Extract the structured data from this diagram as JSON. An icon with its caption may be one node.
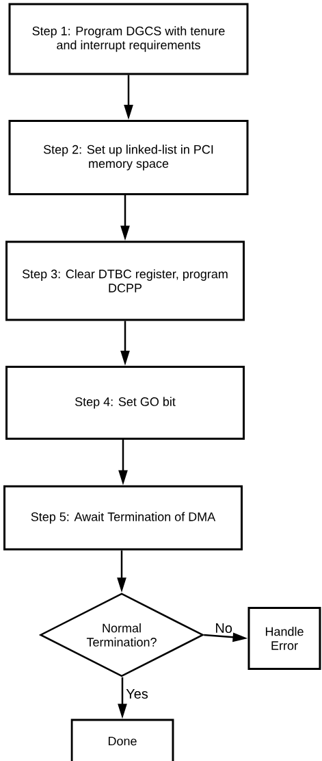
{
  "diagram": {
    "nodes": [
      {
        "text": [
          "Step 1: Program DGCS with tenure and interrupt requirements"
        ]
      },
      {
        "text": [
          "Step 2: Set up linked-list in PCI memory space"
        ]
      },
      {
        "text": [
          "Step 3: Clear DTBC register, program DCPP"
        ]
      },
      {
        "text": [
          "Step 4: Set GO bit"
        ]
      },
      {
        "text": [
          "Step 5: Await Termination of DMA"
        ]
      },
      {
        "text": [
          "Normal Termination?"
        ]
      },
      {
        "text": [
          "Handle Error"
        ]
      },
      {
        "text": [
          "Done"
        ]
      }
    ],
    "edges": [
      {
        "from": 0,
        "to": 1,
        "arrow": "to"
      },
      {
        "from": 1,
        "to": 2,
        "arrow": "to"
      },
      {
        "from": 2,
        "to": 3,
        "arrow": "to"
      },
      {
        "from": 3,
        "to": 4,
        "arrow": "to"
      },
      {
        "from": 4,
        "to": 5,
        "arrow": "to"
      },
      {
        "from": 5,
        "to": 6,
        "arrow": "to",
        "label": "No"
      },
      {
        "from": 5,
        "to": 7,
        "arrow": "to",
        "label": "Yes"
      }
    ]
  }
}
